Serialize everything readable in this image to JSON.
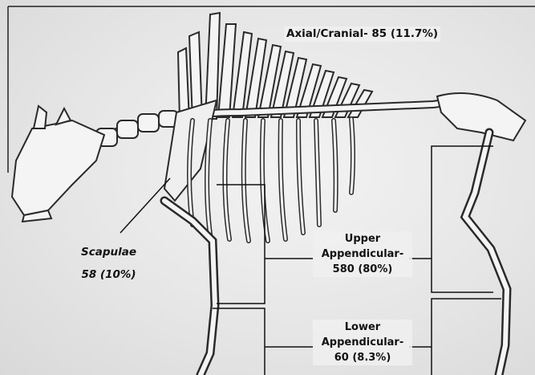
{
  "labels": {
    "axial": "Axial/Cranial- 85 (11.7%)",
    "scapulae": {
      "name": "Scapulae",
      "value": "58 (10%)"
    },
    "upper": {
      "line1": "Upper",
      "line2": "Appendicular-",
      "line3": "580 (80%)"
    },
    "lower": {
      "line1": "Lower",
      "line2": "Appendicular-",
      "line3": "60 (8.3%)"
    }
  },
  "colors": {
    "bone": "#f4f4f4",
    "bone_stroke": "#2a2a2a",
    "ink": "#111111"
  }
}
